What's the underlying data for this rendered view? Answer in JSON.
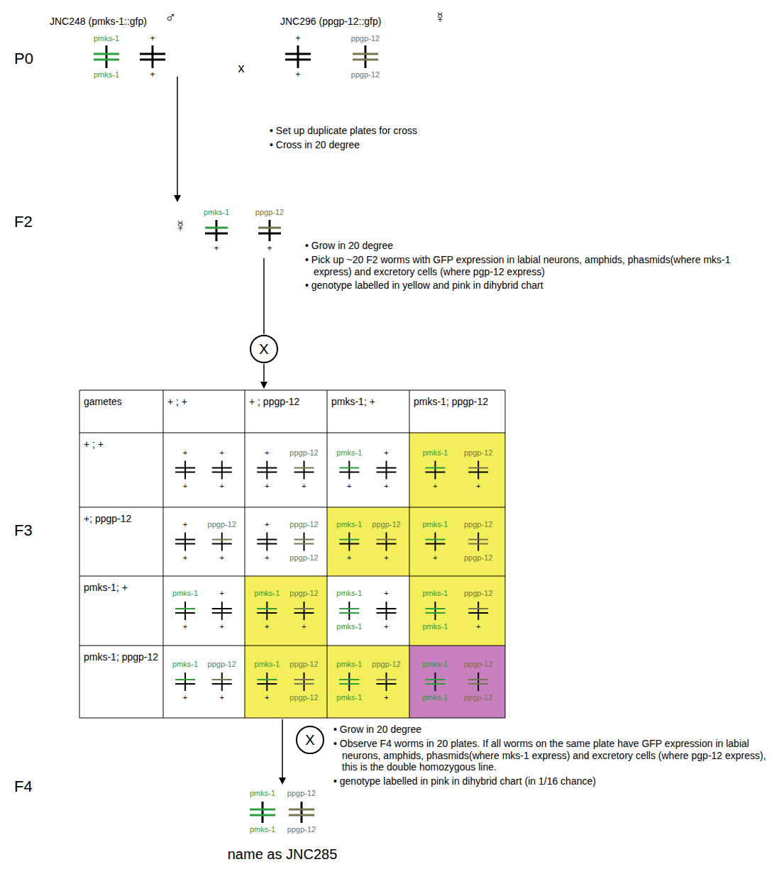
{
  "diagram": {
    "nodes": [
      {
        "text": [
          "X"
        ]
      },
      {
        "text": [
          "X"
        ]
      }
    ],
    "labels": [
      "P0",
      "JNC248 (pmks-1::gfp)",
      "♂",
      "JNC296 (ppgp-12::gfp)",
      "☿",
      "pmks-1",
      "pmks-1",
      "+",
      "+",
      "x",
      "+",
      "+",
      "ppgp-12",
      "ppgp-12",
      "• Set up duplicate plates for cross",
      "• Cross in 20 degree",
      "F2",
      "☿",
      "pmks-1",
      "+",
      "ppgp-12",
      "+",
      "• Grow in 20 degree",
      "• Pick up ~20 F2 worms with GFP expression in labial neurons, amphids, phasmids(where mks-1 express) and excretory cells (where pgp-12 express)",
      "• genotype labelled in yellow and pink in dihybrid chart",
      "F3",
      "gametes",
      "+ ; +",
      "+ ; ppgp-12",
      "pmks-1; +",
      "pmks-1; ppgp-12",
      "+ ; +",
      "+; ppgp-12",
      "pmks-1; +",
      "pmks-1; ppgp-12",
      "+",
      "+",
      "+",
      "+",
      "+",
      "+",
      "ppgp-12",
      "+",
      "pmks-1",
      "+",
      "+",
      "+",
      "pmks-1",
      "+",
      "ppgp-12",
      "+",
      "+",
      "+",
      "ppgp-12",
      "+",
      "+",
      "+",
      "ppgp-12",
      "ppgp-12",
      "pmks-1",
      "+",
      "ppgp-12",
      "+",
      "pmks-1",
      "+",
      "ppgp-12",
      "ppgp-12",
      "pmks-1",
      "+",
      "+",
      "+",
      "pmks-1",
      "+",
      "ppgp-12",
      "+",
      "pmks-1",
      "pmks-1",
      "+",
      "+",
      "pmks-1",
      "pmks-1",
      "ppgp-12",
      "+",
      "pmks-1",
      "+",
      "ppgp-12",
      "+",
      "pmks-1",
      "+",
      "ppgp-12",
      "ppgp-12",
      "pmks-1",
      "pmks-1",
      "ppgp-12",
      "+",
      "pmks-1",
      "pmks-1",
      "ppgp-12",
      "ppgp-12",
      "• Grow in 20 degree",
      "• Observe F4 worms in 20 plates. If all worms on the same plate have GFP expression in labial neurons, amphids, phasmids(where mks-1 express) and excretory cells (where pgp-12 express), this is the double homozygous line.",
      "• genotype labelled in pink in dihybrid chart (in 1/16 chance)",
      "F4",
      "pmks-1",
      "ppgp-12",
      "pmks-1",
      "ppgp-12",
      "name as JNC285"
    ]
  }
}
